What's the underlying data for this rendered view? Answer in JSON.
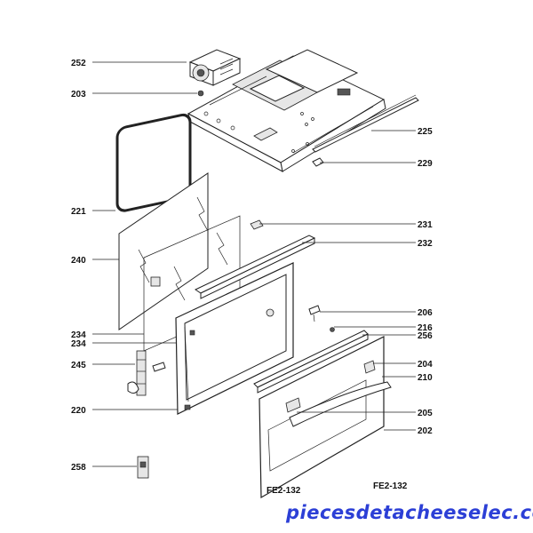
{
  "diagram": {
    "code": "FE2-132",
    "watermark": "piecesdetacheeselec.com",
    "labels": [
      {
        "id": "252",
        "text": "252"
      },
      {
        "id": "203",
        "text": "203"
      },
      {
        "id": "225",
        "text": "225"
      },
      {
        "id": "229",
        "text": "229"
      },
      {
        "id": "221",
        "text": "221"
      },
      {
        "id": "231",
        "text": "231"
      },
      {
        "id": "232",
        "text": "232"
      },
      {
        "id": "240",
        "text": "240"
      },
      {
        "id": "206",
        "text": "206"
      },
      {
        "id": "216",
        "text": "216"
      },
      {
        "id": "256",
        "text": "256"
      },
      {
        "id": "234a",
        "text": "234"
      },
      {
        "id": "234b",
        "text": "234"
      },
      {
        "id": "245",
        "text": "245"
      },
      {
        "id": "204",
        "text": "204"
      },
      {
        "id": "210",
        "text": "210"
      },
      {
        "id": "220",
        "text": "220"
      },
      {
        "id": "205",
        "text": "205"
      },
      {
        "id": "202",
        "text": "202"
      },
      {
        "id": "258",
        "text": "258"
      }
    ]
  }
}
